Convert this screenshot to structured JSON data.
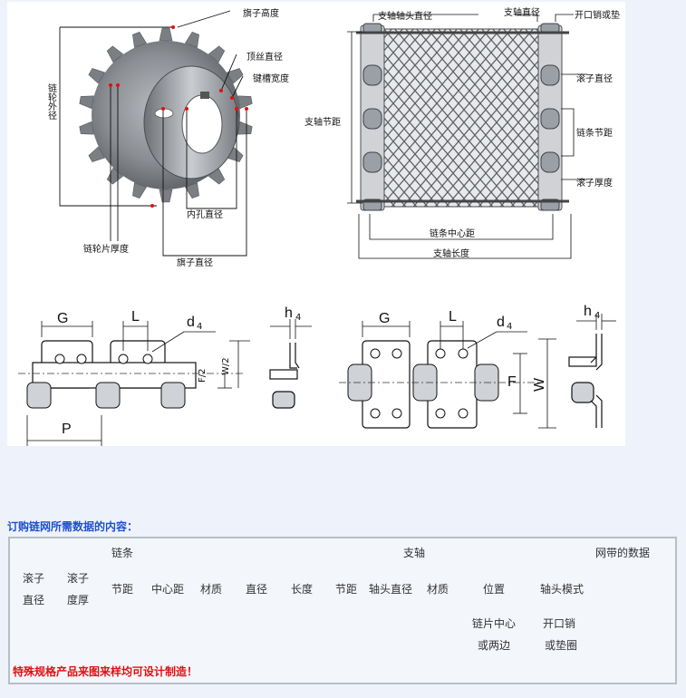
{
  "sprocket": {
    "flag_height": "旗子高度",
    "top_wire_dia": "顶丝直径",
    "keyway_width": "键槽宽度",
    "outer_dia": "链轮外径",
    "bore_dia": "内孔直径",
    "thickness": "链轮片厚度",
    "flag_dia": "旗子直径"
  },
  "mesh": {
    "shaft_head_dia": "支轴轴头直径",
    "shaft_dia": "支轴直径",
    "cotter_washer": "开口销或垫",
    "roller_dia": "滚子直径",
    "shaft_pitch": "支轴节距",
    "chain_pitch": "链条节距",
    "roller_thickness": "滚子厚度",
    "chain_center": "链条中心距",
    "shaft_length": "支轴长度"
  },
  "chain_left": {
    "G": "G",
    "L": "L",
    "d": "d",
    "d_sub": "4",
    "h": "h",
    "h_sub": "4",
    "F2": "F/2",
    "W2": "W/2",
    "P": "P"
  },
  "chain_right": {
    "G": "G",
    "L": "L",
    "d": "d",
    "d_sub": "4",
    "h": "h",
    "h_sub": "4",
    "F": "F",
    "W": "W"
  },
  "order": {
    "title": "订购链网所需数据的内容：",
    "group_chain": "链条",
    "group_shaft": "支轴",
    "group_belt": "网带的数据",
    "roller_dia_1": "滚子",
    "roller_dia_2": "直径",
    "roller_thick_1": "滚子",
    "roller_thick_2": "度厚",
    "pitch": "节距",
    "center_dist": "中心距",
    "material": "材质",
    "diameter": "直径",
    "length": "长度",
    "shaft_pitch": "节距",
    "head_dia": "轴头直径",
    "shaft_material": "材质",
    "position": "位置",
    "head_mode": "轴头模式",
    "pos_opt_1": "链片中心",
    "pos_opt_2": "或两边",
    "mode_opt_1": "开口销",
    "mode_opt_2": "或垫圈",
    "note": "特殊规格产品来图来样均可设计制造！"
  }
}
